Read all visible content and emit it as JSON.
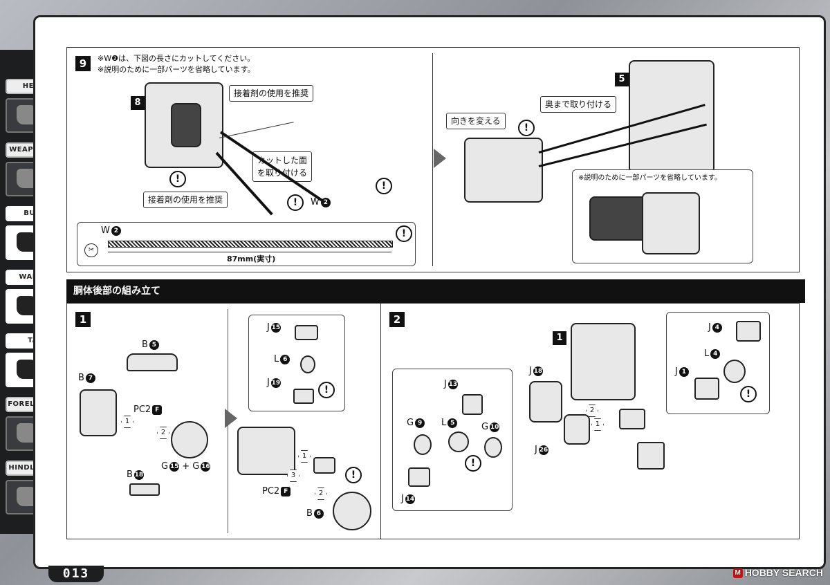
{
  "sidebar": {
    "items": [
      {
        "label": "HEAD",
        "active": false
      },
      {
        "label": "WEAPON",
        "active": false
      },
      {
        "label": "BUST",
        "active": true
      },
      {
        "label": "WAIST",
        "active": true
      },
      {
        "label": "TAIL",
        "active": true
      },
      {
        "label": "FORELEG",
        "active": false
      },
      {
        "label": "HINDLEG",
        "active": false
      }
    ]
  },
  "page_number": "013",
  "watermark": {
    "mark": "M",
    "text": "HOBBY SEARCH"
  },
  "step9": {
    "number": "9",
    "note_line1": "※W❷は、下図の長さにカットしてください。",
    "note_line2": "※説明のために一部パーツを省略しています。",
    "badge_8": "8",
    "callout_glue_top": "接着剤の使用を推奨",
    "callout_cut_line1": "カットした面",
    "callout_cut_line2": "を取り付ける",
    "callout_glue_bottom": "接着剤の使用を推奨",
    "w2_label": "W",
    "w2_num": "2",
    "measure_label": "W",
    "measure_num": "2",
    "measure_text": "87mm(実寸)",
    "badge_5": "5",
    "callout_turn": "向きを変える",
    "callout_insert": "奥まで取り付ける",
    "note_omit": "※説明のために一部パーツを省略しています。",
    "bang": "!"
  },
  "section": {
    "title": "胴体後部の組み立て"
  },
  "step1": {
    "number": "1",
    "b5": {
      "letter": "B",
      "num": "5"
    },
    "b7": {
      "letter": "B",
      "num": "7"
    },
    "pc2f": {
      "letter": "PC2",
      "num": "F"
    },
    "g15g16": {
      "a": "G",
      "a_num": "15",
      "plus": "+",
      "b": "G",
      "b_num": "16"
    },
    "b18": {
      "letter": "B",
      "num": "18"
    },
    "j15": {
      "letter": "J",
      "num": "15"
    },
    "l6": {
      "letter": "L",
      "num": "6"
    },
    "j19": {
      "letter": "J",
      "num": "19"
    },
    "pc2f_b": {
      "letter": "PC2",
      "num": "F"
    },
    "b6": {
      "letter": "B",
      "num": "6"
    },
    "steps": [
      "1",
      "2",
      "3"
    ]
  },
  "step2": {
    "number": "2",
    "badge_1": "1",
    "j18": {
      "letter": "J",
      "num": "18"
    },
    "j26": {
      "letter": "J",
      "num": "26"
    },
    "j4": {
      "letter": "J",
      "num": "4"
    },
    "l4": {
      "letter": "L",
      "num": "4"
    },
    "j1": {
      "letter": "J",
      "num": "1"
    },
    "j13": {
      "letter": "J",
      "num": "13"
    },
    "g9": {
      "letter": "G",
      "num": "9"
    },
    "l5": {
      "letter": "L",
      "num": "5"
    },
    "g10": {
      "letter": "G",
      "num": "10"
    },
    "j14": {
      "letter": "J",
      "num": "14"
    },
    "steps": [
      "1",
      "2"
    ]
  }
}
